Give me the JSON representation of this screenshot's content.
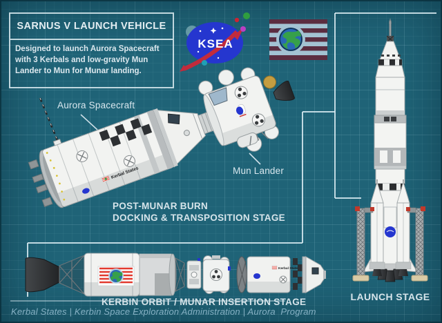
{
  "title_box": {
    "title": "SARNUS V LAUNCH VEHICLE",
    "description_lines": [
      "Designed to launch Aurora Spacecraft",
      "with 3 Kerbals and low-gravity Mun",
      "Lander to Mun for Munar landing."
    ]
  },
  "logo": {
    "agency": "KSEA"
  },
  "diagram_labels": {
    "aurora_spacecraft": "Aurora Spacecraft",
    "mun_lander": "Mun Lander"
  },
  "stage_titles": {
    "post_munar_line1": "POST-MUNAR BURN",
    "post_munar_line2": "DOCKING & TRANSPOSITION STAGE",
    "kerbin_orbit": "KERBIN ORBIT / MUNAR INSERTION STAGE",
    "launch": "LAUNCH STAGE"
  },
  "decals": {
    "kerbal_states": "Kerbal States"
  },
  "footer": {
    "credit": "Kerbal States | Kerbin Space Exploration Administration | Aurora  Program"
  },
  "colors": {
    "background": "#1f6377",
    "blueprint_line": "#d8e8ee",
    "ksea_blue": "#2536cf",
    "swoosh_red": "#c12b3c",
    "flag_maroon": "#5b2d40",
    "flag_light_blue": "#a3c2d2",
    "globe_green": "#36a04a",
    "globe_blue": "#2a67b5",
    "decal_red": "#e23a2e",
    "craft_white": "#f2f3f1"
  }
}
